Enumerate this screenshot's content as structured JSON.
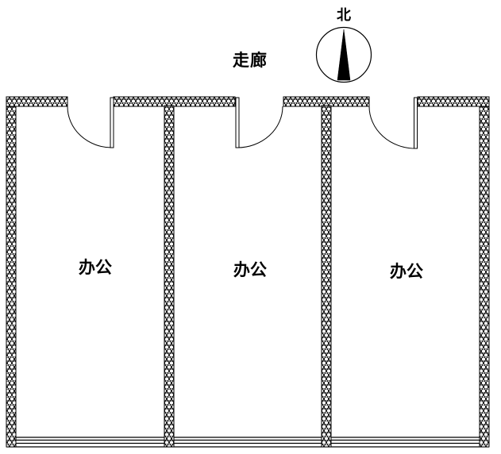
{
  "page": {
    "background_color": "#ffffff",
    "line_color": "#000000"
  },
  "plan": {
    "corridor_label": "走廊",
    "compass": {
      "north_label": "北"
    },
    "rooms": [
      {
        "label": "办公"
      },
      {
        "label": "办公"
      },
      {
        "label": "办公"
      }
    ]
  }
}
